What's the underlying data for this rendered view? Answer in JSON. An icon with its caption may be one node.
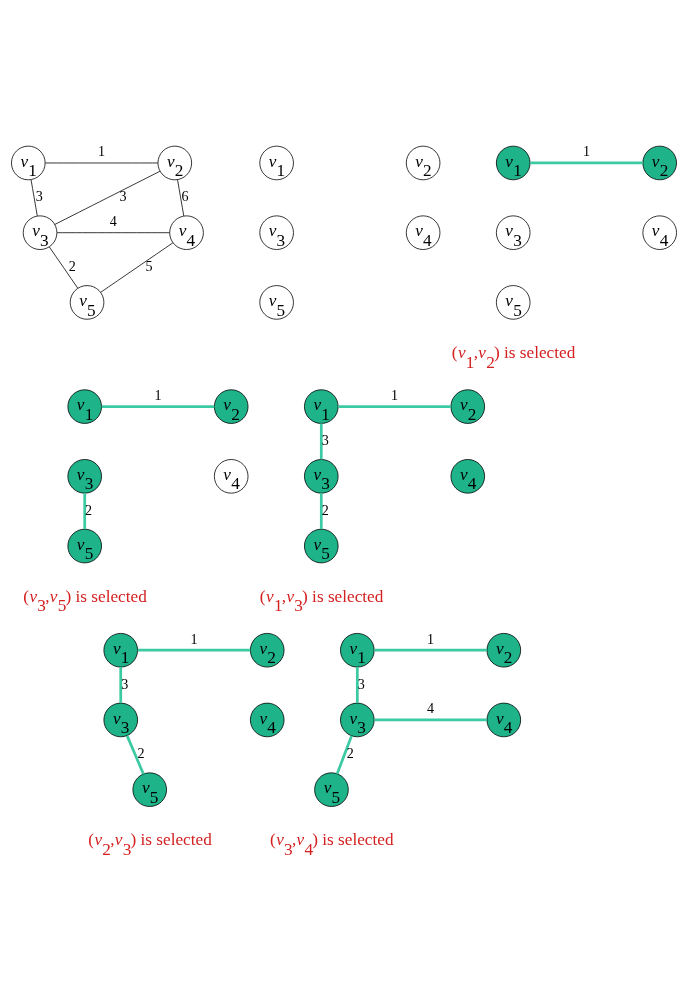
{
  "diagram": {
    "nodes": [
      {
        "text": [
          "*v*$_{1}$"
        ]
      },
      {
        "text": [
          "*v*$_{2}$"
        ]
      },
      {
        "text": [
          "*v*$_{3}$"
        ]
      },
      {
        "text": [
          "*v*$_{4}$"
        ]
      },
      {
        "text": [
          "*v*$_{5}$"
        ]
      },
      {
        "text": [
          "*v*$_{1}$"
        ]
      },
      {
        "text": [
          "*v*$_{2}$"
        ]
      },
      {
        "text": [
          "*v*$_{3}$"
        ]
      },
      {
        "text": [
          "*v*$_{4}$"
        ]
      },
      {
        "text": [
          "*v*$_{5}$"
        ]
      },
      {
        "text": [
          "*v*$_{1}$"
        ]
      },
      {
        "text": [
          "*v*$_{2}$"
        ]
      },
      {
        "text": [
          "*v*$_{3}$"
        ]
      },
      {
        "text": [
          "*v*$_{4}$"
        ]
      },
      {
        "text": [
          "*v*$_{5}$"
        ]
      },
      {
        "text": [
          "*v*$_{1}$"
        ]
      },
      {
        "text": [
          "*v*$_{2}$"
        ]
      },
      {
        "text": [
          "*v*$_{3}$"
        ]
      },
      {
        "text": [
          "*v*$_{4}$"
        ]
      },
      {
        "text": [
          "*v*$_{5}$"
        ]
      },
      {
        "text": [
          "*v*$_{1}$"
        ]
      },
      {
        "text": [
          "*v*$_{2}$"
        ]
      },
      {
        "text": [
          "*v*$_{3}$"
        ]
      },
      {
        "text": [
          "*v*$_{4}$"
        ]
      },
      {
        "text": [
          "*v*$_{5}$"
        ]
      },
      {
        "text": [
          "*v*$_{1}$"
        ]
      },
      {
        "text": [
          "*v*$_{2}$"
        ]
      },
      {
        "text": [
          "*v*$_{3}$"
        ]
      },
      {
        "text": [
          "*v*$_{4}$"
        ]
      },
      {
        "text": [
          "*v*$_{5}$"
        ]
      },
      {
        "text": [
          "*v*$_{1}$"
        ]
      },
      {
        "text": [
          "*v*$_{2}$"
        ]
      },
      {
        "text": [
          "*v*$_{3}$"
        ]
      },
      {
        "text": [
          "*v*$_{4}$"
        ]
      },
      {
        "text": [
          "*v*$_{5}$"
        ]
      }
    ],
    "edges": [
      {
        "from": 0,
        "to": 1,
        "arrow": "none",
        "label": "1",
        "color": "#000000"
      },
      {
        "from": 0,
        "to": 2,
        "arrow": "none",
        "label": "3",
        "color": "#000000"
      },
      {
        "from": 1,
        "to": 2,
        "arrow": "none",
        "label": "3",
        "color": "#000000"
      },
      {
        "from": 1,
        "to": 3,
        "arrow": "none",
        "label": "6",
        "color": "#000000"
      },
      {
        "from": 2,
        "to": 3,
        "arrow": "none",
        "label": "4",
        "color": "#000000"
      },
      {
        "from": 2,
        "to": 4,
        "arrow": "none",
        "label": "2",
        "color": "#000000"
      },
      {
        "from": 3,
        "to": 4,
        "arrow": "none",
        "label": "5",
        "color": "#000000"
      },
      {
        "from": 10,
        "to": 11,
        "arrow": "none",
        "label": "1"
      },
      {
        "from": 15,
        "to": 16,
        "arrow": "none",
        "label": "1"
      },
      {
        "from": 17,
        "to": 19,
        "arrow": "none",
        "label": "2"
      },
      {
        "from": 20,
        "to": 21,
        "arrow": "none",
        "label": "1"
      },
      {
        "from": 20,
        "to": 22,
        "arrow": "none",
        "label": "3"
      },
      {
        "from": 22,
        "to": 24,
        "arrow": "none",
        "label": "2"
      },
      {
        "from": 25,
        "to": 26,
        "arrow": "none",
        "label": "1"
      },
      {
        "from": 25,
        "to": 27,
        "arrow": "none",
        "label": "3"
      },
      {
        "from": 27,
        "to": 29,
        "arrow": "none",
        "label": "2"
      },
      {
        "from": 30,
        "to": 31,
        "arrow": "none",
        "label": "1"
      },
      {
        "from": 30,
        "to": 32,
        "arrow": "none",
        "label": "3"
      },
      {
        "from": 32,
        "to": 33,
        "arrow": "none",
        "label": "4"
      },
      {
        "from": 32,
        "to": 34,
        "arrow": "none",
        "label": "2"
      }
    ],
    "labels": [
      "(*v*$_{1}$,*v*$_{2}$) is selected",
      "(*v*$_{3}$,*v*$_{5}$) is selected",
      "(*v*$_{1}$,*v*$_{3}$) is selected",
      "(*v*$_{2}$,*v*$_{3}$) is selected",
      "(*v*$_{3}$,*v*$_{4}$) is selected"
    ]
  }
}
